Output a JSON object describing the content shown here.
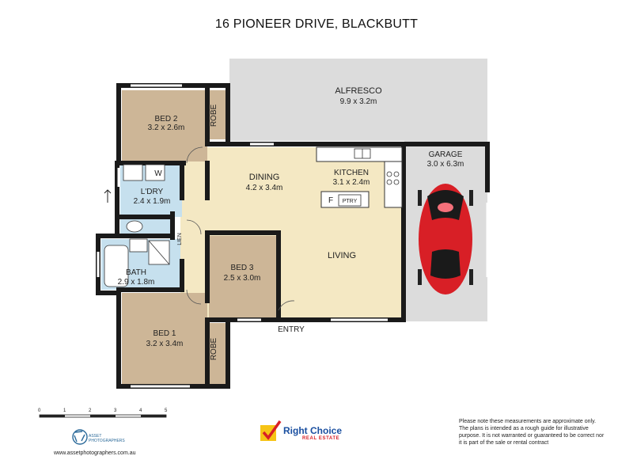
{
  "title": "16 PIONEER DRIVE, BLACKBUTT",
  "rooms": {
    "alfresco": {
      "name": "ALFRESCO",
      "size": "9.9 x 3.2m"
    },
    "bed2": {
      "name": "BED 2",
      "size": "3.2 x 2.6m"
    },
    "robe_top": {
      "name": "ROBE"
    },
    "ldry": {
      "name": "L'DRY",
      "size": "2.4 x 1.9m"
    },
    "w": {
      "name": "W"
    },
    "dining": {
      "name": "DINING",
      "size": "4.2 x 3.4m"
    },
    "kitchen": {
      "name": "KITCHEN",
      "size": "3.1 x 2.4m"
    },
    "f": {
      "name": "F"
    },
    "ptry": {
      "name": "PTRY"
    },
    "garage": {
      "name": "GARAGE",
      "size": "3.0 x 6.3m"
    },
    "lien": {
      "name": "LIEN"
    },
    "bath": {
      "name": "BATH",
      "size": "2.9 x 1.8m"
    },
    "bed3": {
      "name": "BED 3",
      "size": "2.5 x 3.0m"
    },
    "living": {
      "name": "LIVING"
    },
    "entry": {
      "name": "ENTRY"
    },
    "bed1": {
      "name": "BED 1",
      "size": "3.2 x 3.4m"
    },
    "robe_bottom": {
      "name": "ROBE"
    }
  },
  "scale": {
    "ticks": [
      "0",
      "1",
      "2",
      "3",
      "4",
      "5"
    ]
  },
  "photographer": {
    "line1": "ASSET",
    "line2": "PHOTOGRAPHERS",
    "website": "www.assetphotographers.com.au"
  },
  "agency": {
    "name": "Right Choice",
    "tagline": "REAL ESTATE"
  },
  "disclaimer": "Please note these measurements are approximate only. The plans is intended as a rough guide for illustrative purpose. It is not warranted or guaranteed to be correct nor it is part of the sale or rental contract",
  "colors": {
    "bedroom": "#cdb697",
    "living": "#f4e8c3",
    "wet": "#c6e0ee",
    "outdoor": "#dcdcdc",
    "wall": "#1a1a1a",
    "car": "#d81f26"
  }
}
